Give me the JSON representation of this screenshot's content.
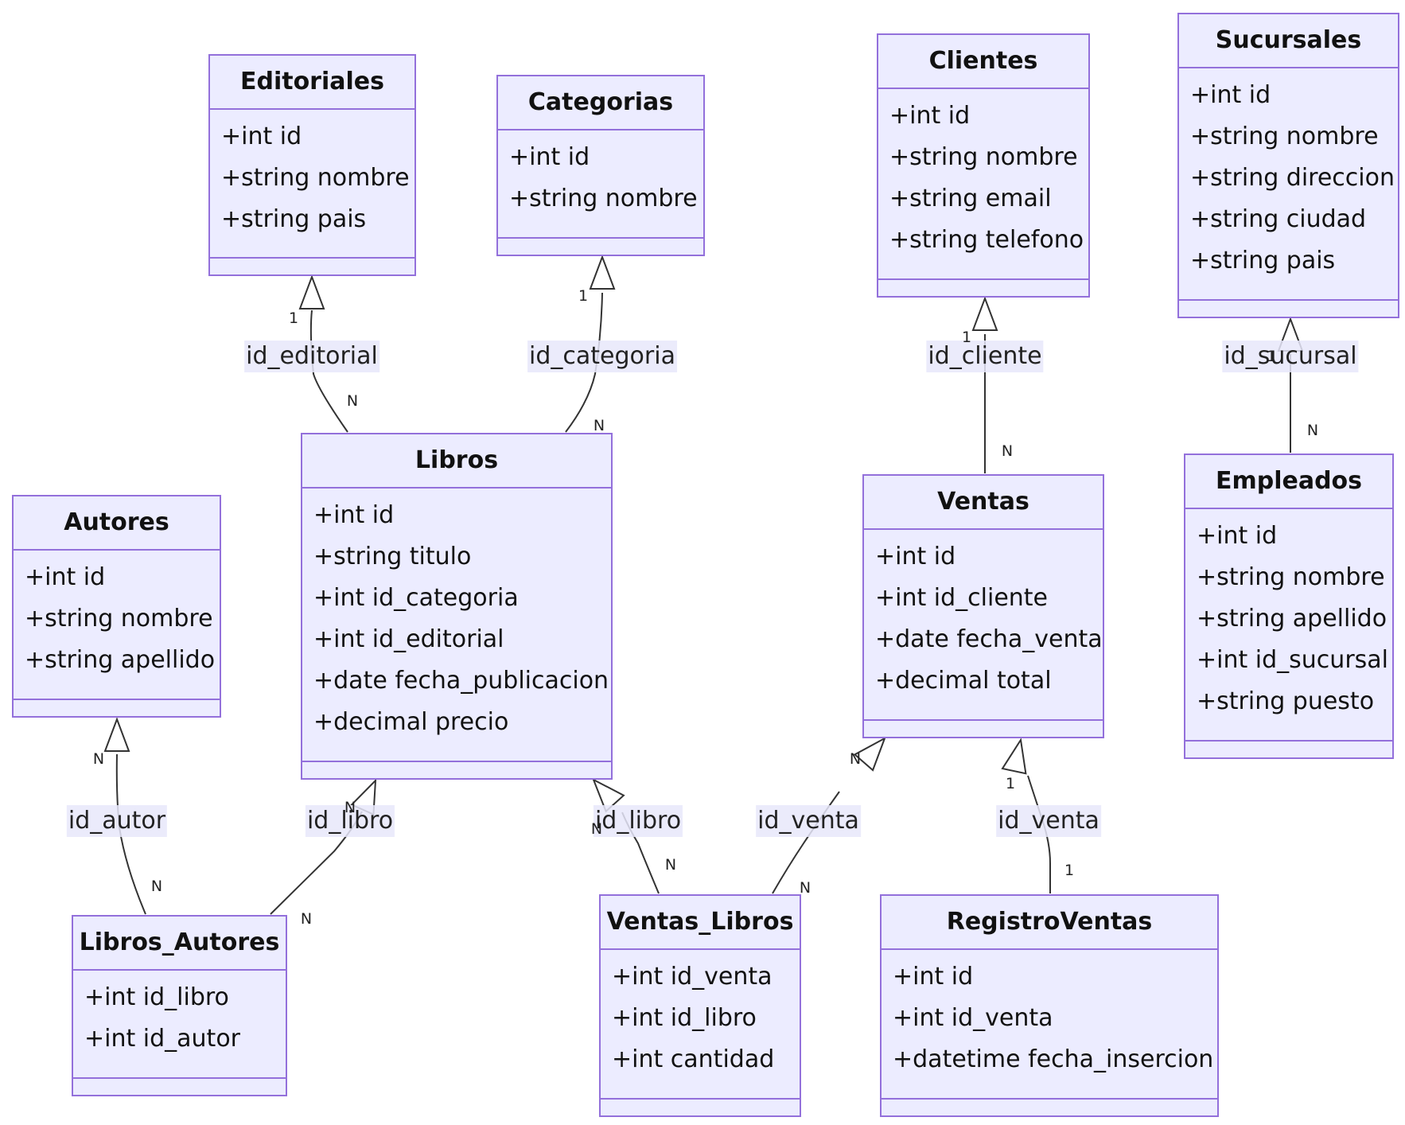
{
  "classes": {
    "editoriales": {
      "name": "Editoriales",
      "attrs": [
        "+int id",
        "+string nombre",
        "+string pais"
      ]
    },
    "categorias": {
      "name": "Categorias",
      "attrs": [
        "+int id",
        "+string nombre"
      ]
    },
    "clientes": {
      "name": "Clientes",
      "attrs": [
        "+int id",
        "+string nombre",
        "+string email",
        "+string telefono"
      ]
    },
    "sucursales": {
      "name": "Sucursales",
      "attrs": [
        "+int id",
        "+string nombre",
        "+string direccion",
        "+string ciudad",
        "+string pais"
      ]
    },
    "libros": {
      "name": "Libros",
      "attrs": [
        "+int id",
        "+string titulo",
        "+int id_categoria",
        "+int id_editorial",
        "+date fecha_publicacion",
        "+decimal precio"
      ]
    },
    "autores": {
      "name": "Autores",
      "attrs": [
        "+int id",
        "+string nombre",
        "+string apellido"
      ]
    },
    "ventas": {
      "name": "Ventas",
      "attrs": [
        "+int id",
        "+int id_cliente",
        "+date fecha_venta",
        "+decimal total"
      ]
    },
    "empleados": {
      "name": "Empleados",
      "attrs": [
        "+int id",
        "+string nombre",
        "+string apellido",
        "+int id_sucursal",
        "+string puesto"
      ]
    },
    "libros_autores": {
      "name": "Libros_Autores",
      "attrs": [
        "+int id_libro",
        "+int id_autor"
      ]
    },
    "ventas_libros": {
      "name": "Ventas_Libros",
      "attrs": [
        "+int id_venta",
        "+int id_libro",
        "+int cantidad"
      ]
    },
    "registro_ventas": {
      "name": "RegistroVentas",
      "attrs": [
        "+int id",
        "+int id_venta",
        "+datetime fecha_insercion"
      ]
    }
  },
  "relations": [
    {
      "from": "libros",
      "to": "editoriales",
      "label": "id_editorial",
      "card_to": "1",
      "card_from": "N"
    },
    {
      "from": "libros",
      "to": "categorias",
      "label": "id_categoria",
      "card_to": "1",
      "card_from": "N"
    },
    {
      "from": "ventas",
      "to": "clientes",
      "label": "id_cliente",
      "card_to": "1",
      "card_from": "N"
    },
    {
      "from": "empleados",
      "to": "sucursales",
      "label": "id_sucursal",
      "card_to": "1",
      "card_from": "N"
    },
    {
      "from": "libros_autores",
      "to": "autores",
      "label": "id_autor",
      "card_to": "N",
      "card_from": "N"
    },
    {
      "from": "libros_autores",
      "to": "libros",
      "label": "id_libro",
      "card_to": "N",
      "card_from": "N"
    },
    {
      "from": "ventas_libros",
      "to": "libros",
      "label": "id_libro",
      "card_to": "N",
      "card_from": "N"
    },
    {
      "from": "ventas_libros",
      "to": "ventas",
      "label": "id_venta",
      "card_to": "N",
      "card_from": "N"
    },
    {
      "from": "registro_ventas",
      "to": "ventas",
      "label": "id_venta",
      "card_to": "1",
      "card_from": "1"
    }
  ],
  "colors": {
    "fill": "#ECECFF",
    "stroke": "#9370DB",
    "edge": "#333333"
  }
}
